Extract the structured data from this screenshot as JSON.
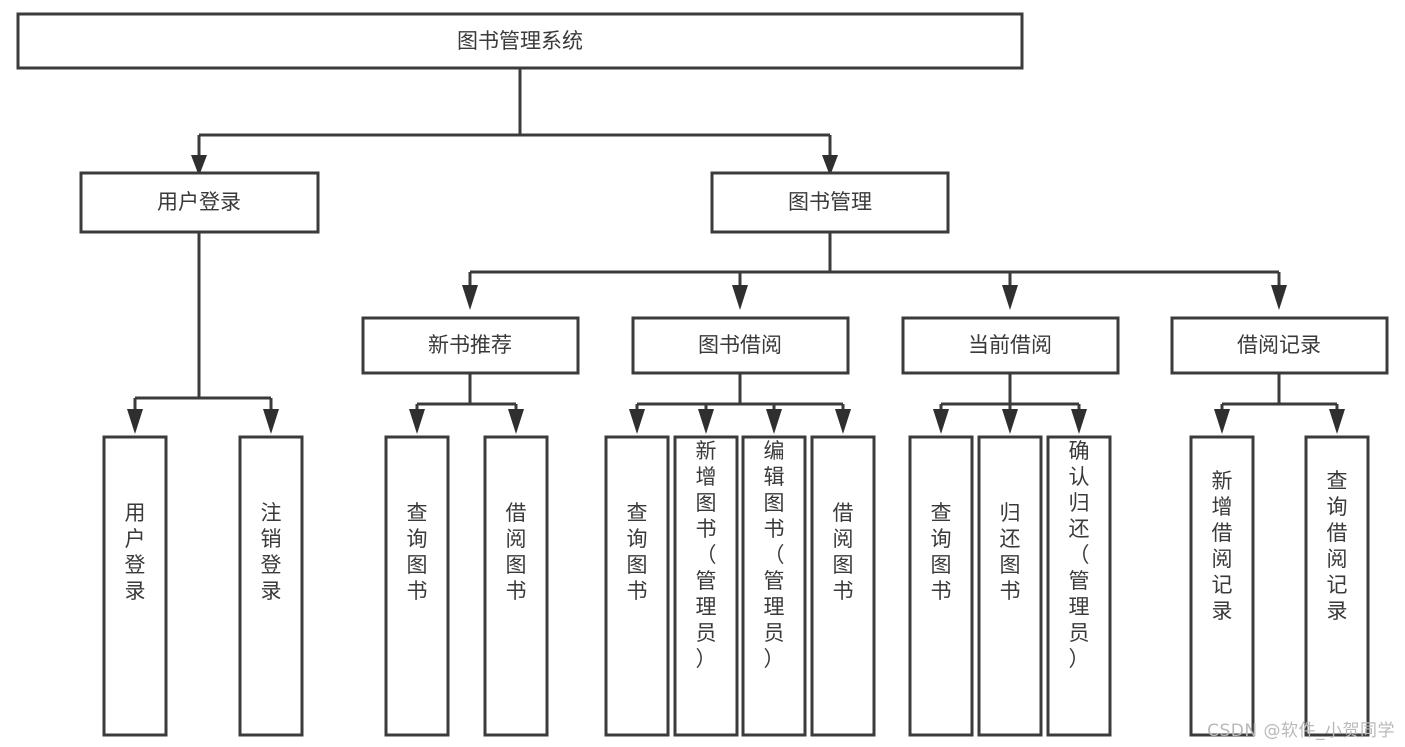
{
  "diagram": {
    "title": "图书管理系统",
    "type": "hierarchy-tree",
    "watermark": "CSDN @软件_小贺同学",
    "colors": {
      "background": "#ffffff",
      "box_fill": "#ffffff",
      "box_stroke": "#3b3b3b",
      "text": "#3a3a3a",
      "connector": "#3b3b3b",
      "watermark": "#b9b9b9"
    },
    "root": {
      "label": "图书管理系统"
    },
    "level1": [
      {
        "label": "用户登录"
      },
      {
        "label": "图书管理"
      }
    ],
    "level2": [
      {
        "label": "新书推荐"
      },
      {
        "label": "图书借阅"
      },
      {
        "label": "当前借阅"
      },
      {
        "label": "借阅记录"
      }
    ],
    "leaves": {
      "user_login": [
        {
          "label": "用户登录"
        },
        {
          "label": "注销登录"
        }
      ],
      "new_book_recommend": [
        {
          "label": "查询图书"
        },
        {
          "label": "借阅图书"
        }
      ],
      "book_borrow": [
        {
          "label": "查询图书"
        },
        {
          "label": "新增图书（管理员）"
        },
        {
          "label": "编辑图书（管理员）"
        },
        {
          "label": "借阅图书"
        }
      ],
      "current_borrow": [
        {
          "label": "查询图书"
        },
        {
          "label": "归还图书"
        },
        {
          "label": "确认归还（管理员）"
        }
      ],
      "borrow_record": [
        {
          "label": "新增借阅记录"
        },
        {
          "label": "查询借阅记录"
        }
      ]
    }
  }
}
